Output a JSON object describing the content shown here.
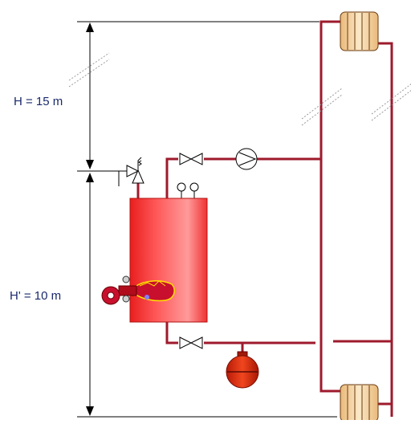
{
  "dimensions": {
    "upper_height": "H = 15 m",
    "lower_height": "H' = 10 m"
  },
  "colors": {
    "pipe": "#9e1a2c",
    "boiler": "#ef2b2b",
    "dimension_text": "#1a2a6c",
    "radiator": "#f1d3a2",
    "expansion_vessel": "#d8280e"
  },
  "components": {
    "boiler": "boiler-tank",
    "burner": "burner-icon",
    "pump": "circulator-pump-icon",
    "valves": [
      "gate-valve-icon",
      "gate-valve-icon"
    ],
    "safety_valve": "safety-valve-icon",
    "gauges": [
      "pressure-gauge-icon",
      "thermometer-icon"
    ],
    "expansion_vessel": "expansion-vessel-icon",
    "radiators": [
      "radiator-icon",
      "radiator-icon"
    ]
  }
}
